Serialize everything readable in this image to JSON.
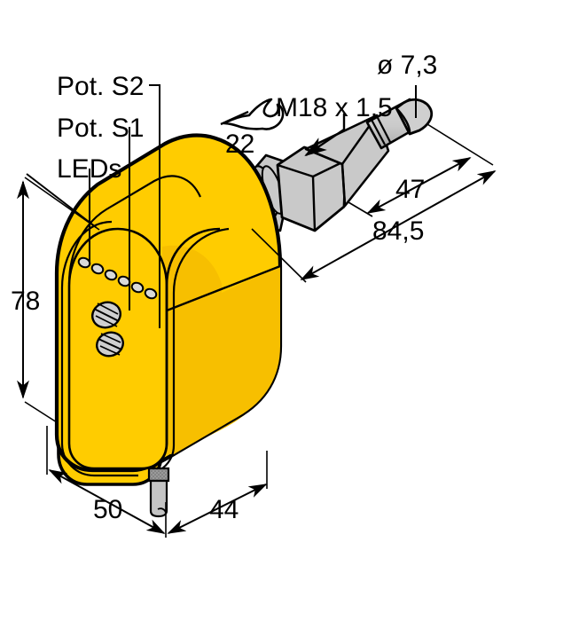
{
  "drawing": {
    "title": "Turck flow sensor dimensional drawing",
    "background_color": "#ffffff",
    "line_color": "#000000",
    "housing_color": "#ffcc00",
    "housing_shade_color": "#f5b800",
    "metal_color": "#c9c9c9",
    "metal_shade_color": "#b3b3b3",
    "led_color": "#d9d9d9"
  },
  "callouts": {
    "pot_s2": "Pot. S2",
    "pot_s1": "Pot. S1",
    "leds": "LEDs",
    "thread": "M18 x 1,5",
    "wrench_size": "22",
    "probe_diameter": "ø 7,3"
  },
  "dimensions": {
    "height": "78",
    "depth": "50",
    "width": "44",
    "probe_length": "47",
    "total_probe_length": "84,5"
  },
  "icons": {
    "wrench": "wrench-icon"
  },
  "components": {
    "housing_label": "sensor-housing",
    "hex_nut_label": "hex-nut",
    "probe_label": "probe-rod",
    "cable_label": "cable-gland",
    "led_count": 6,
    "potentiometer_count": 2
  }
}
